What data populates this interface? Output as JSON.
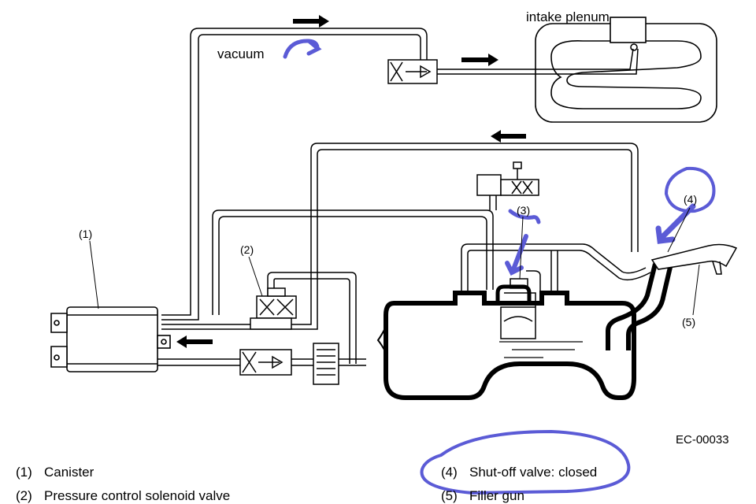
{
  "annotations": {
    "intake_plenum": "intake plenum",
    "vacuum": "vacuum",
    "figure_code": "EC-00033"
  },
  "callouts": {
    "c1": "(1)",
    "c2": "(2)",
    "c3": "(3)",
    "c4": "(4)",
    "c5": "(5)"
  },
  "legend": {
    "item1": {
      "num": "(1)",
      "text": "Canister"
    },
    "item2": {
      "num": "(2)",
      "text": "Pressure control solenoid valve"
    },
    "item4": {
      "num": "(4)",
      "text": "Shut-off valve: closed"
    },
    "item5": {
      "num": "(5)",
      "text": "Filler gun"
    }
  },
  "colors": {
    "line": "#000000",
    "highlight": "#5b5bd6",
    "background": "#ffffff"
  },
  "icons": [
    "arrow-right-icon",
    "arrow-left-icon",
    "valve-symbol-icon"
  ]
}
